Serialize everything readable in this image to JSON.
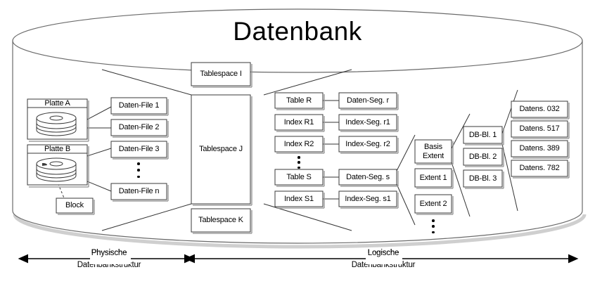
{
  "title": "Datenbank",
  "physical": {
    "disks": [
      {
        "name": "Platte A"
      },
      {
        "name": "Platte B"
      }
    ],
    "block": "Block",
    "data_files": [
      "Daten-File 1",
      "Daten-File 2",
      "Daten-File 3",
      "Daten-File n"
    ]
  },
  "tablespaces": [
    "Tablespace I",
    "Tablespace J",
    "Tablespace K"
  ],
  "logical": {
    "objects": [
      "Table R",
      "Index R1",
      "Index R2",
      "Table S",
      "Index S1"
    ],
    "segments": [
      "Daten-Seg. r",
      "Index-Seg. r1",
      "Index-Seg. r2",
      "Daten-Seg. s",
      "Index-Seg. s1"
    ],
    "extents": [
      "Basis\nExtent",
      "Extent 1",
      "Extent 2"
    ],
    "extent_basis_line1": "Basis",
    "extent_basis_line2": "Extent",
    "db_blocks": [
      "DB-Bl. 1",
      "DB-Bl. 2",
      "DB-Bl. 3"
    ],
    "records": [
      "Datens. 032",
      "Datens. 517",
      "Datens. 389",
      "Datens. 782"
    ]
  },
  "axes": [
    {
      "line1": "Physische",
      "line2": "Datenbankstruktur"
    },
    {
      "line1": "Logische",
      "line2": "Datenbankstruktur"
    }
  ],
  "colors": {
    "stroke": "#000000",
    "cylinder_stroke": "#555555",
    "box_fill": "#ffffff",
    "shadow": "#9a9a9a",
    "background": "#ffffff",
    "page": "#f2f2f2"
  }
}
